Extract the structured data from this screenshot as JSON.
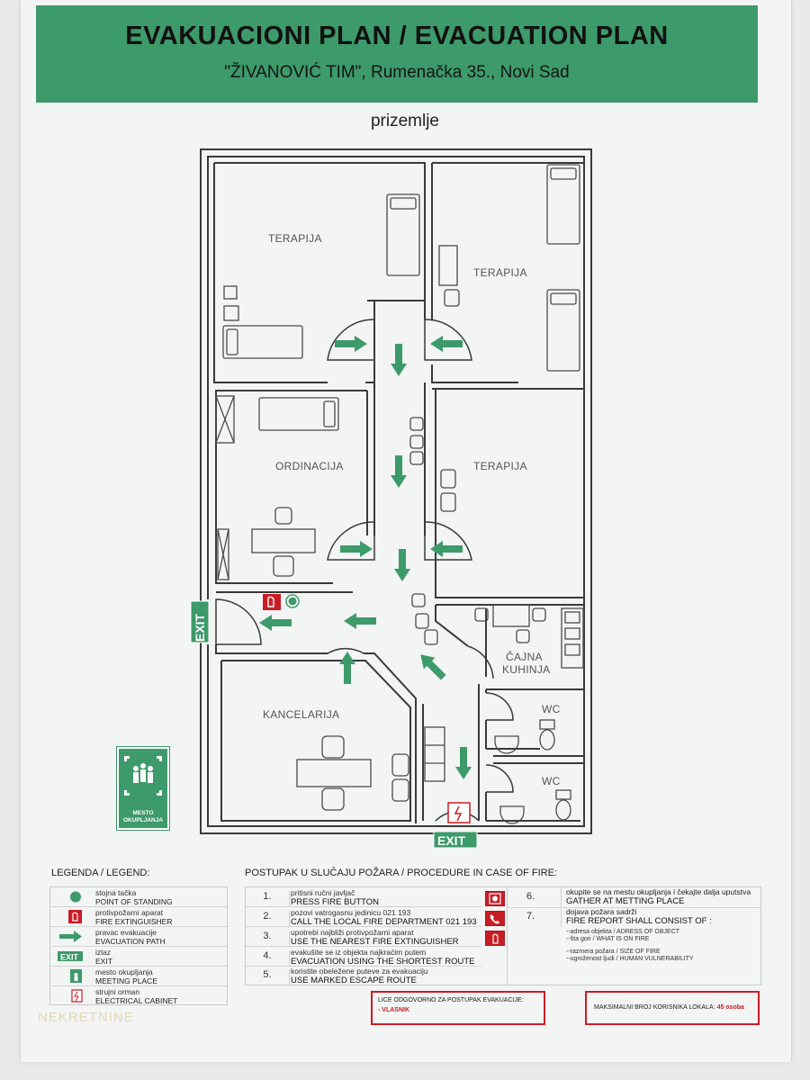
{
  "header": {
    "title": "EVAKUACIONI PLAN / EVACUATION PLAN",
    "address": "\"ŽIVANOVIĆ TIM\", Rumenačka 35., Novi Sad"
  },
  "floor_label": "prizemlje",
  "rooms": {
    "therapy_top_left": "TERAPIJA",
    "therapy_top_right": "TERAPIJA",
    "ordinacija": "ORDINACIJA",
    "therapy_mid_right": "TERAPIJA",
    "kuhinja_1": "ČAJNA",
    "kuhinja_2": "KUHINJA",
    "kancelarija": "KANCELARIJA",
    "wc_1": "WC",
    "wc_2": "WC"
  },
  "exits": {
    "left": "EXIT",
    "bottom": "EXIT"
  },
  "meeting_sign": {
    "line1": "MESTO",
    "line2": "OKUPLJANJA"
  },
  "legend": {
    "title": "LEGENDA / LEGEND:",
    "items": [
      {
        "sr": "stojna tačka",
        "en": "POINT OF STANDING"
      },
      {
        "sr": "protivpožarni aparat",
        "en": "FIRE EXTINGUISHER"
      },
      {
        "sr": "pravac evakuacije",
        "en": "EVACUATION PATH"
      },
      {
        "sr": "izlaz",
        "en": "EXIT"
      },
      {
        "sr": "mesto okupljanja",
        "en": "MEETING PLACE"
      },
      {
        "sr": "strujni orman",
        "en": "ELECTRICAL CABINET"
      }
    ],
    "exit_icon_text": "EXIT"
  },
  "procedure": {
    "title": "POSTUPAK U SLUČAJU POŽARA / PROCEDURE IN CASE OF FIRE:",
    "steps": [
      {
        "num": "1.",
        "sr": "pritisni ručni javljač",
        "en": "PRESS FIRE BUTTON"
      },
      {
        "num": "2.",
        "sr": "pozovi vatrogasnu jedinicu 021 193",
        "en": "CALL THE LOCAL FIRE DEPARTMENT 021 193"
      },
      {
        "num": "3.",
        "sr": "upotrebi najbliži protivpožarni aparat",
        "en": "USE THE NEAREST FIRE EXTINGUISHER"
      },
      {
        "num": "4.",
        "sr": "evakušite se iz objekta najkraćim putem",
        "en": "EVACUATION USING THE SHORTEST ROUTE"
      },
      {
        "num": "5.",
        "sr": "koristite obeležene puteve za evakuaciju",
        "en": "USE MARKED ESCAPE ROUTE"
      }
    ],
    "step6": {
      "num": "6.",
      "sr": "okupite se na mestu okupljanja i čekajte dalja uputstva",
      "en": "GATHER AT  METTING PLACE"
    },
    "step7": {
      "num": "7.",
      "sr": "dojava požara sadrži",
      "en": "FIRE REPORT SHALL CONSIST OF :",
      "details": [
        "--adresa objekta / ADRESS OF OBJECT",
        "--šta gori / WHAT IS ON FIRE",
        "--razmera požara / SIZE OF FIRE",
        "--ugroženost ljudi / HUMAN VULNERABILITY"
      ]
    }
  },
  "responsible": {
    "label": "LICE ODGOVORNO ZA POSTUPAK EVAKUACIJE:",
    "value": "- VLASNIK"
  },
  "max_users": {
    "label": "MAKSIMALNI BROJ KORISNIKA LOKALA:",
    "value": "45 osoba"
  },
  "watermark": "NEKRETNINE",
  "colors": {
    "green": "#3d9a6a",
    "red": "#c91d25",
    "wall": "#3a3a3a"
  }
}
